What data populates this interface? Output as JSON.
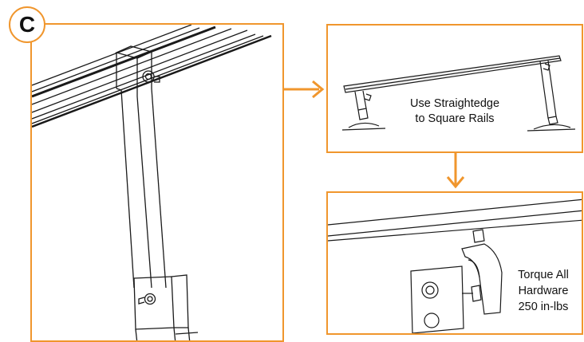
{
  "step_label": "C",
  "colors": {
    "accent": "#f0962d",
    "line": "#1a1a1a"
  },
  "captions": {
    "straightedge": [
      "Use Straightedge",
      "to Square Rails"
    ],
    "torque": [
      "Torque All",
      "Hardware",
      "250 in-lbs"
    ]
  }
}
